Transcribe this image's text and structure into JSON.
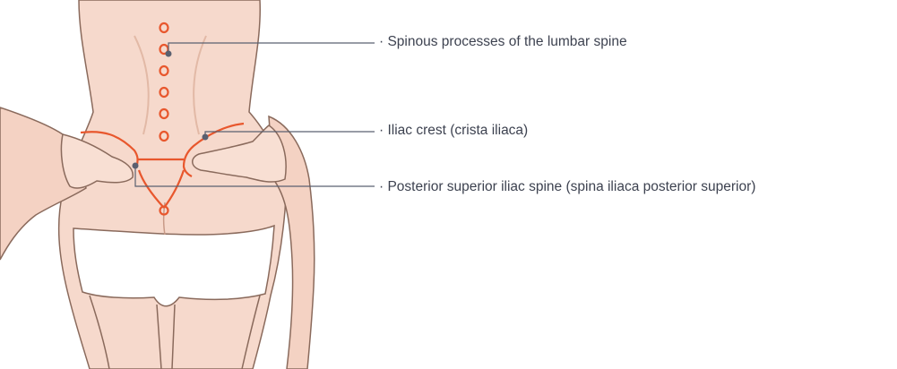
{
  "colors": {
    "skin": "#f6d9cc",
    "skin_shadow": "#e2b9a6",
    "outline": "#8a6a5c",
    "landmark": "#e8572d",
    "leader": "#5a6070",
    "label_text": "#3d4250",
    "underwear": "#ffffff"
  },
  "annotations": [
    {
      "id": "spinous-processes",
      "label": "· Spinous processes of the lumbar spine"
    },
    {
      "id": "iliac-crest",
      "label": "· Iliac crest (crista iliaca)"
    },
    {
      "id": "psis",
      "label": "· Posterior superior iliac spine (spina iliaca posterior superior)"
    }
  ]
}
